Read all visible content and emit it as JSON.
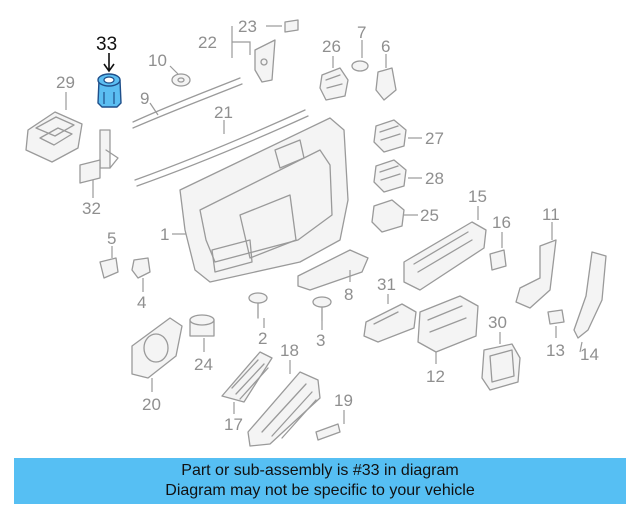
{
  "diagram": {
    "highlight_color": "#56bff3",
    "highlighted_part": "33",
    "callouts": [
      "1",
      "2",
      "3",
      "4",
      "5",
      "6",
      "7",
      "8",
      "9",
      "10",
      "11",
      "12",
      "13",
      "14",
      "15",
      "16",
      "17",
      "18",
      "19",
      "20",
      "21",
      "22",
      "23",
      "24",
      "25",
      "26",
      "27",
      "28",
      "29",
      "30",
      "31",
      "32",
      "33"
    ]
  },
  "footer": {
    "line1": "Part or sub-assembly is #33 in diagram",
    "line2": "Diagram may not be specific to your vehicle"
  }
}
